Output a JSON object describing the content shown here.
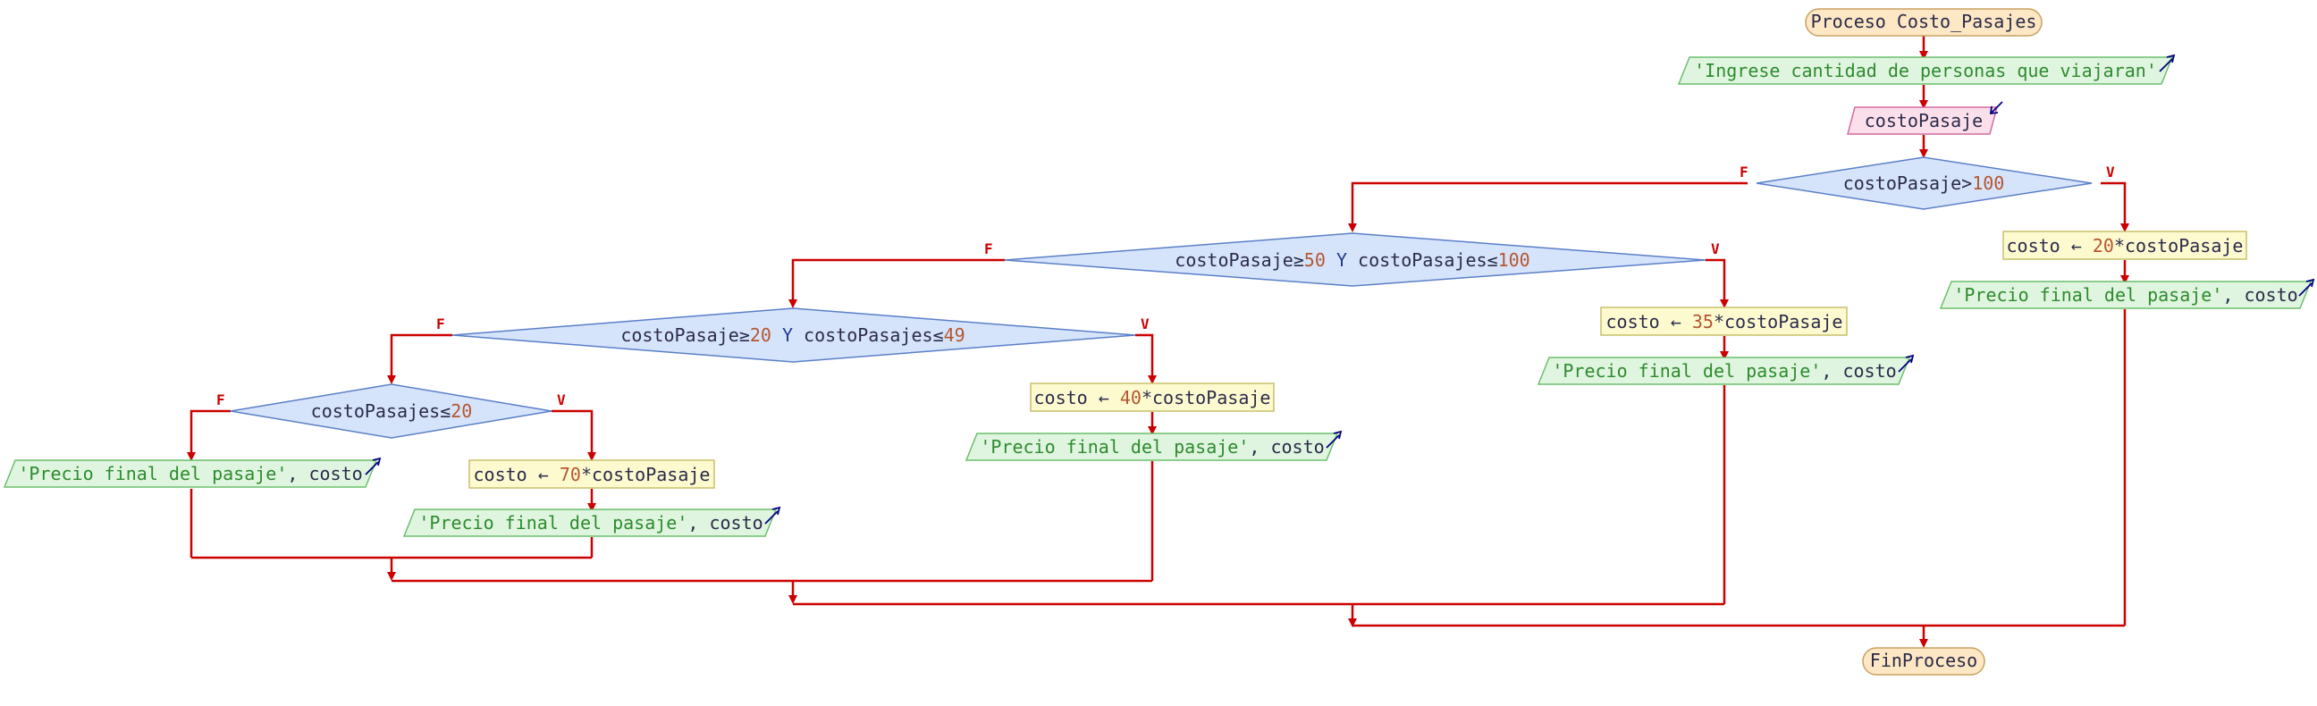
{
  "colors": {
    "flow": "#cc0000",
    "terminal_fill": "#fde7c4",
    "terminal_stroke": "#c9a062",
    "io_fill": "#dff5df",
    "io_stroke": "#6cbf6c",
    "input_fill": "#fbe0ec",
    "input_stroke": "#d46a9f",
    "assign_fill": "#fdfad0",
    "assign_stroke": "#c9c06b",
    "decision_fill": "#d6e4fb",
    "decision_stroke": "#5a7fc8",
    "io_arrow": "#000080"
  },
  "start": {
    "text": "Proceso Costo_Pasajes"
  },
  "end": {
    "text": "FinProceso"
  },
  "prompt_output": {
    "text": "'Ingrese cantidad de personas que viajaran'"
  },
  "input": {
    "var": "costoPasaje"
  },
  "decision1": {
    "var": "costoPasaje",
    "op": ">",
    "num": "100",
    "true_label": "V",
    "false_label": "F"
  },
  "decision2": {
    "var_a": "costoPasaje",
    "op_a": "≥",
    "num_a": "50",
    "kw": "Y",
    "var_b": "costoPasajes",
    "op_b": "≤",
    "num_b": "100",
    "true_label": "V",
    "false_label": "F"
  },
  "decision3": {
    "var_a": "costoPasaje",
    "op_a": "≥",
    "num_a": "20",
    "kw": "Y",
    "var_b": "costoPasajes",
    "op_b": "≤",
    "num_b": "49",
    "true_label": "V",
    "false_label": "F"
  },
  "decision4": {
    "var": "costoPasajes",
    "op": "≤",
    "num": "20",
    "true_label": "V",
    "false_label": "F"
  },
  "assign1": {
    "target": "costo",
    "arrow": "←",
    "num": "20",
    "mult": "*",
    "source": "costoPasaje"
  },
  "assign2": {
    "target": "costo",
    "arrow": "←",
    "num": "35",
    "mult": "*",
    "source": "costoPasaje"
  },
  "assign3": {
    "target": "costo",
    "arrow": "←",
    "num": "40",
    "mult": "*",
    "source": "costoPasaje"
  },
  "assign4": {
    "target": "costo",
    "arrow": "←",
    "num": "70",
    "mult": "*",
    "source": "costoPasaje"
  },
  "output1": {
    "str": "'Precio final del pasaje'",
    "rest": ", costo"
  },
  "output2": {
    "str": "'Precio final del pasaje'",
    "rest": ", costo"
  },
  "output3": {
    "str": "'Precio final del pasaje'",
    "rest": ", costo"
  },
  "output4": {
    "str": "'Precio final del pasaje'",
    "rest": ", costo"
  },
  "output5": {
    "str": "'Precio final del pasaje'",
    "rest": ", costo"
  }
}
